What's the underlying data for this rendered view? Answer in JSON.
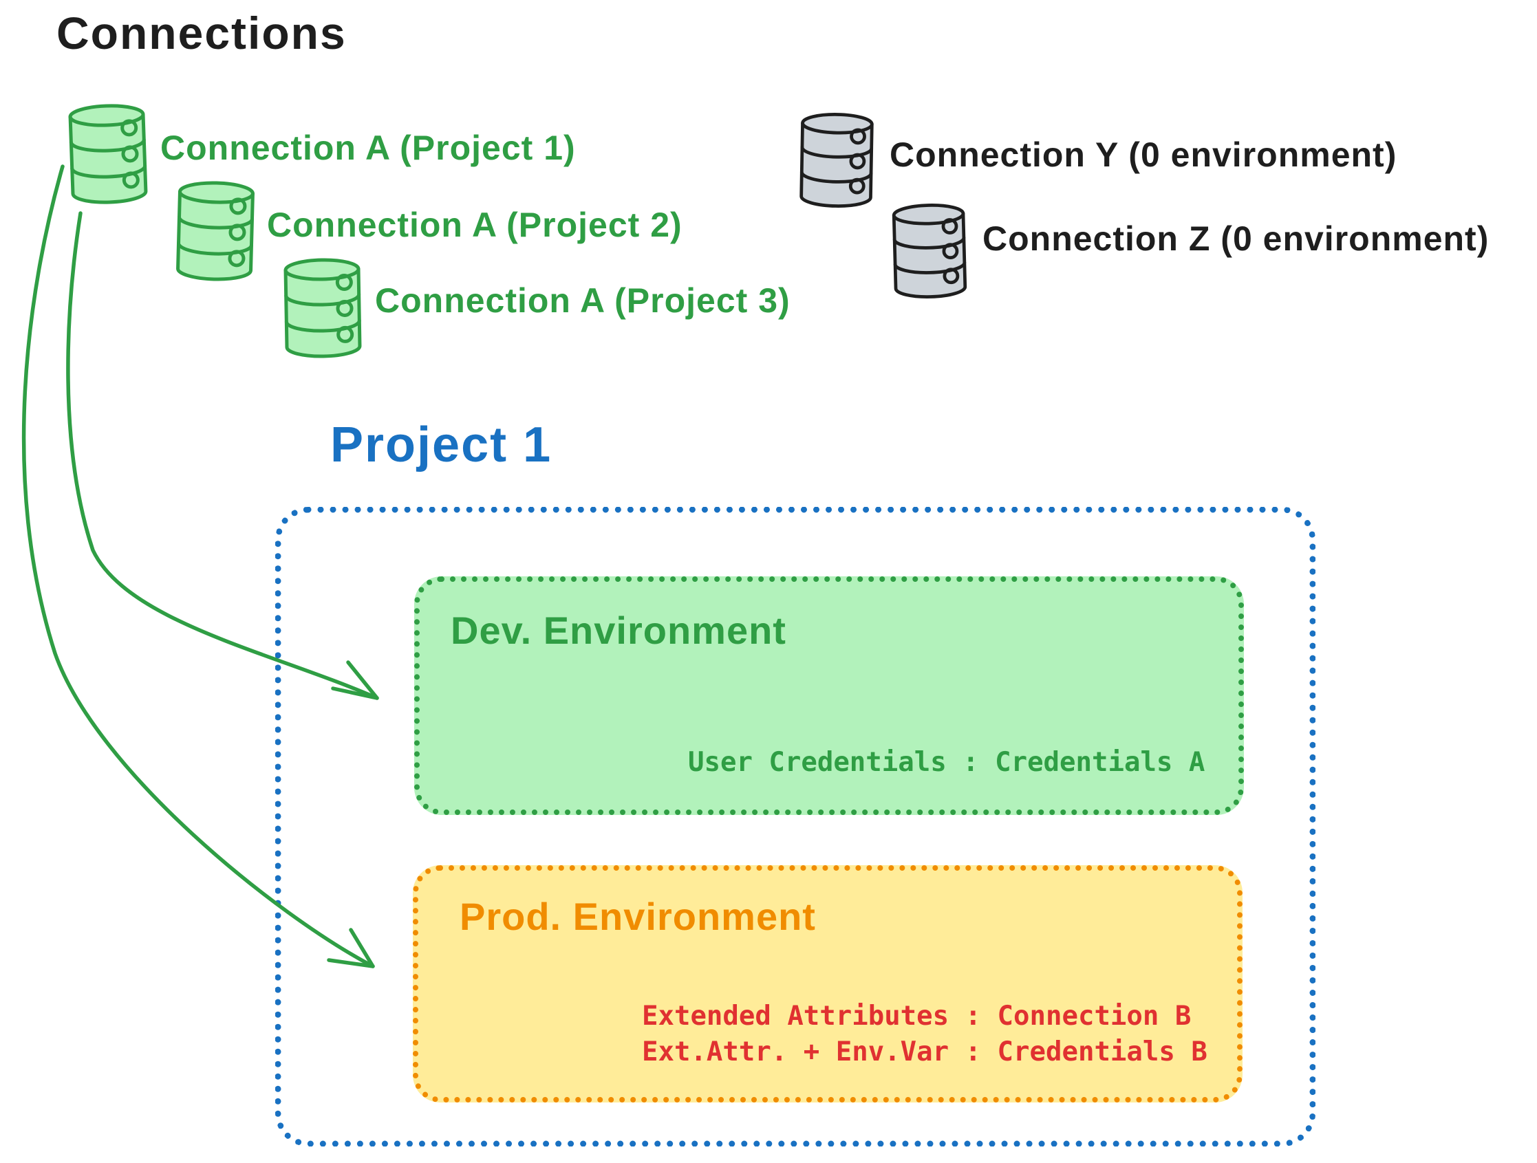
{
  "title": "Connections",
  "colors": {
    "ink": "#1e1e1e",
    "green_stroke": "#2f9e44",
    "green_fill": "#b2f2bb",
    "gray_fill": "#ced4da",
    "blue": "#1971c2",
    "orange": "#f08c00",
    "yellow_fill": "#ffec99",
    "red": "#e03131"
  },
  "connections": {
    "shared": [
      {
        "icon": "database-icon",
        "label": "Connection A (Project 1)"
      },
      {
        "icon": "database-icon",
        "label": "Connection A (Project 2)"
      },
      {
        "icon": "database-icon",
        "label": "Connection A (Project 3)"
      }
    ],
    "unassigned": [
      {
        "icon": "database-icon",
        "label": "Connection Y (0 environment)"
      },
      {
        "icon": "database-icon",
        "label": "Connection Z (0 environment)"
      }
    ]
  },
  "project": {
    "title": "Project 1",
    "dev": {
      "title": "Dev. Environment",
      "mapping": "User Credentials : Credentials A"
    },
    "prod": {
      "title": "Prod. Environment",
      "mappings": [
        "Extended Attributes : Connection B",
        "Ext.Attr. + Env.Var : Credentials B"
      ]
    }
  }
}
